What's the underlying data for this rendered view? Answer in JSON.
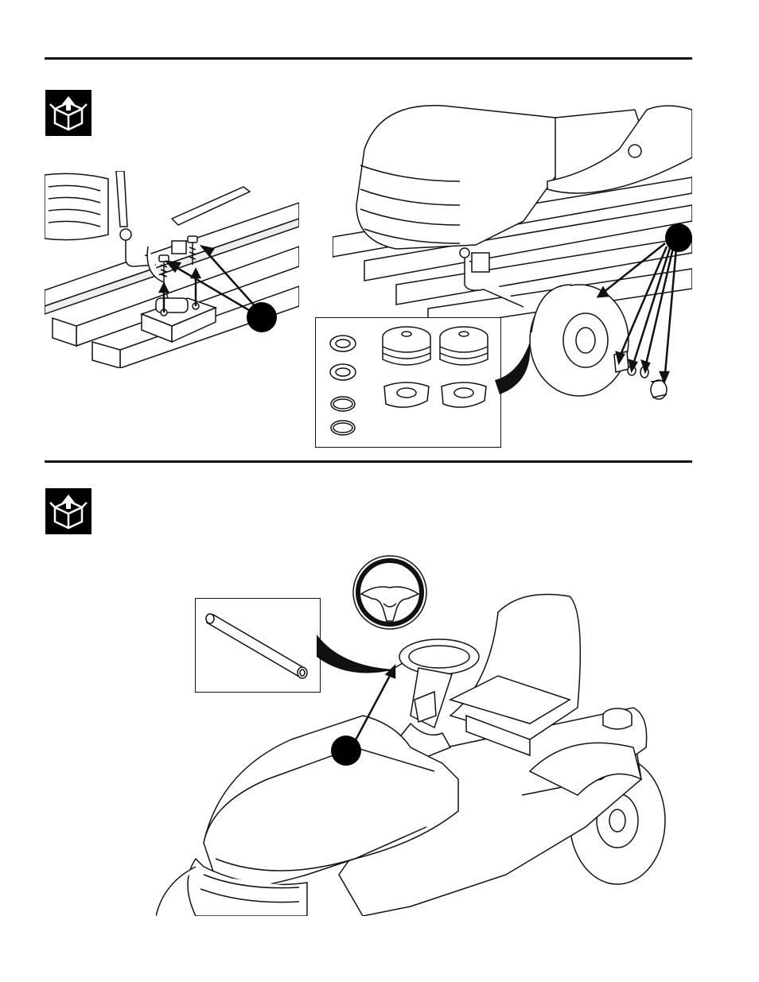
{
  "page": {
    "sections": [
      {
        "id": "section-1",
        "icon": "unpack-box-icon"
      },
      {
        "id": "section-2",
        "icon": "unpack-box-icon"
      }
    ]
  },
  "figures": {
    "front_bracket": {
      "icon": "front-axle-bracket-illustration",
      "callout": "callout-dot"
    },
    "front_wheel": {
      "icon": "front-wheel-install-illustration",
      "callout": "callout-dot",
      "inset_parts": [
        "washer",
        "washer",
        "retaining-ring",
        "retaining-ring",
        "hub-cap",
        "hub-cap",
        "spacer",
        "spacer"
      ]
    },
    "steering": {
      "icon": "steering-wheel-install-illustration",
      "callout": "callout-dot",
      "inset_parts": [
        "steering-shaft-extension"
      ]
    }
  },
  "colors": {
    "ink": "#111111",
    "background": "#ffffff"
  }
}
